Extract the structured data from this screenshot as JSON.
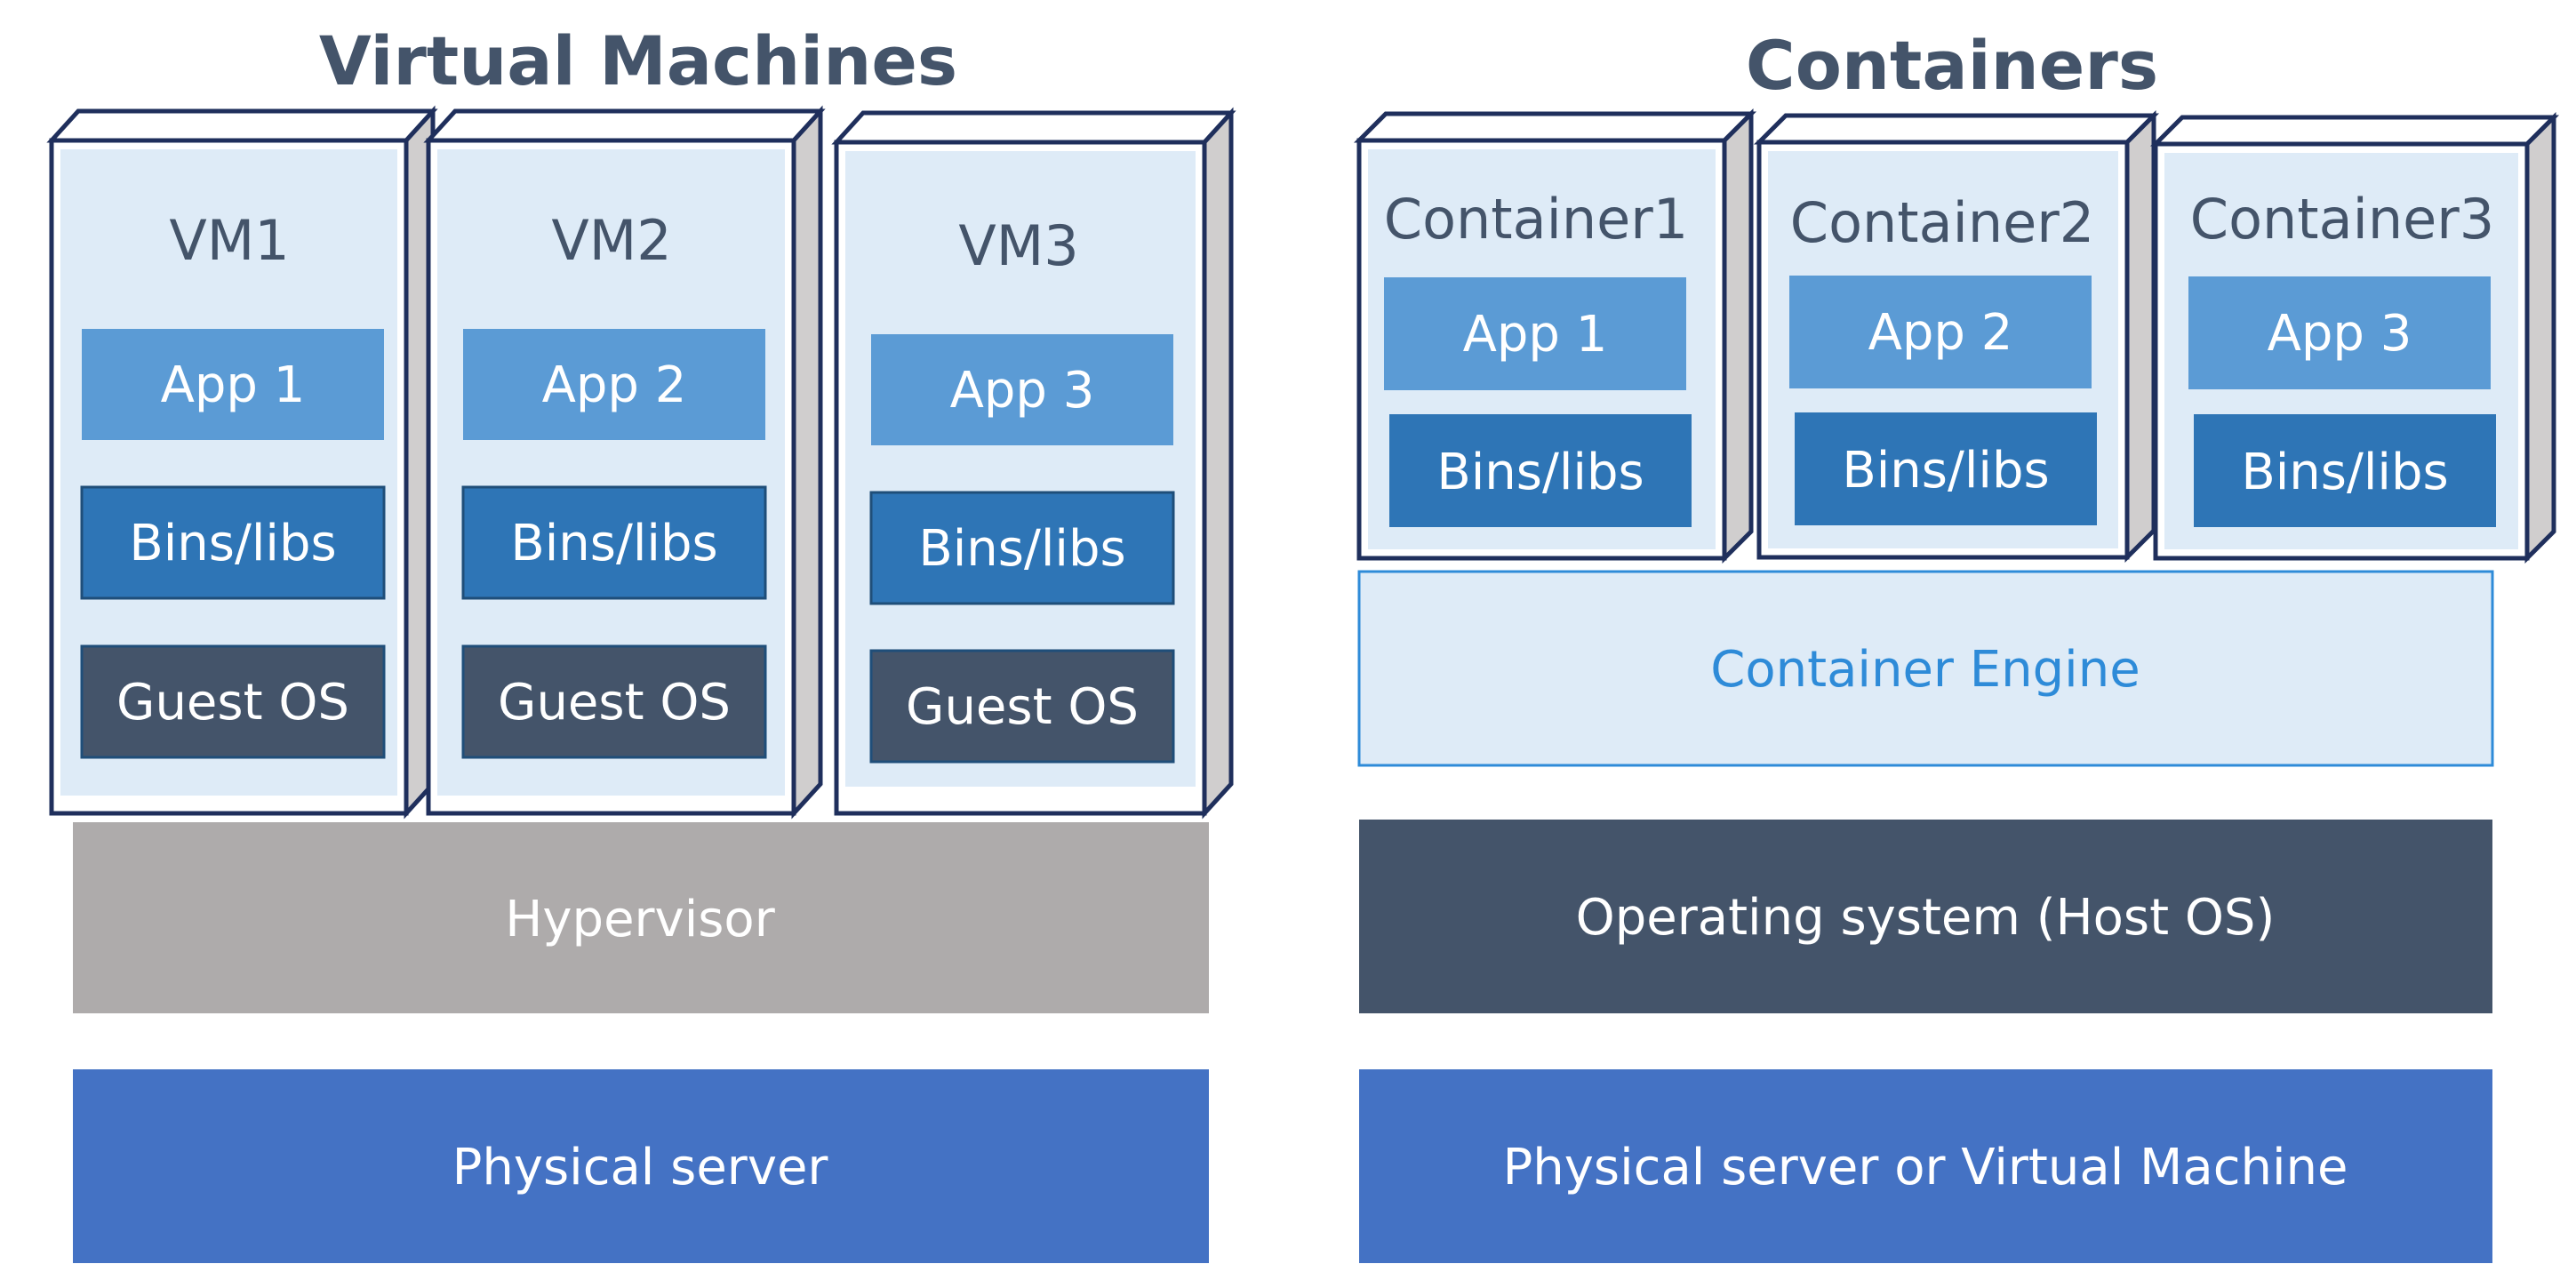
{
  "sections": {
    "vm": {
      "title": "Virtual Machines",
      "machines": [
        {
          "name": "VM1",
          "app": "App 1",
          "bins": "Bins/libs",
          "os": "Guest OS"
        },
        {
          "name": "VM2",
          "app": "App 2",
          "bins": "Bins/libs",
          "os": "Guest OS"
        },
        {
          "name": "VM3",
          "app": "App 3",
          "bins": "Bins/libs",
          "os": "Guest OS"
        }
      ],
      "hypervisor": "Hypervisor",
      "server": "Physical server"
    },
    "containers": {
      "title": "Containers",
      "items": [
        {
          "name": "Container1",
          "app": "App 1",
          "bins": "Bins/libs"
        },
        {
          "name": "Container2",
          "app": "App 2",
          "bins": "Bins/libs"
        },
        {
          "name": "Container3",
          "app": "App 3",
          "bins": "Bins/libs"
        }
      ],
      "engine": "Container Engine",
      "host_os": "Operating system (Host OS)",
      "server": "Physical server or Virtual Machine"
    }
  },
  "colors": {
    "app": "#5b9bd5",
    "bins": "#2e75b6",
    "guest_os": "#44546a",
    "hypervisor": "#aeabab",
    "server": "#4472c4",
    "host_os": "#44546a",
    "engine_fill": "#deebf7",
    "engine_border": "#2e8bd8",
    "box_fill": "#deebf7",
    "box_border": "#1f2f5c",
    "box_side": "#d0cece",
    "title": "#44546a"
  }
}
